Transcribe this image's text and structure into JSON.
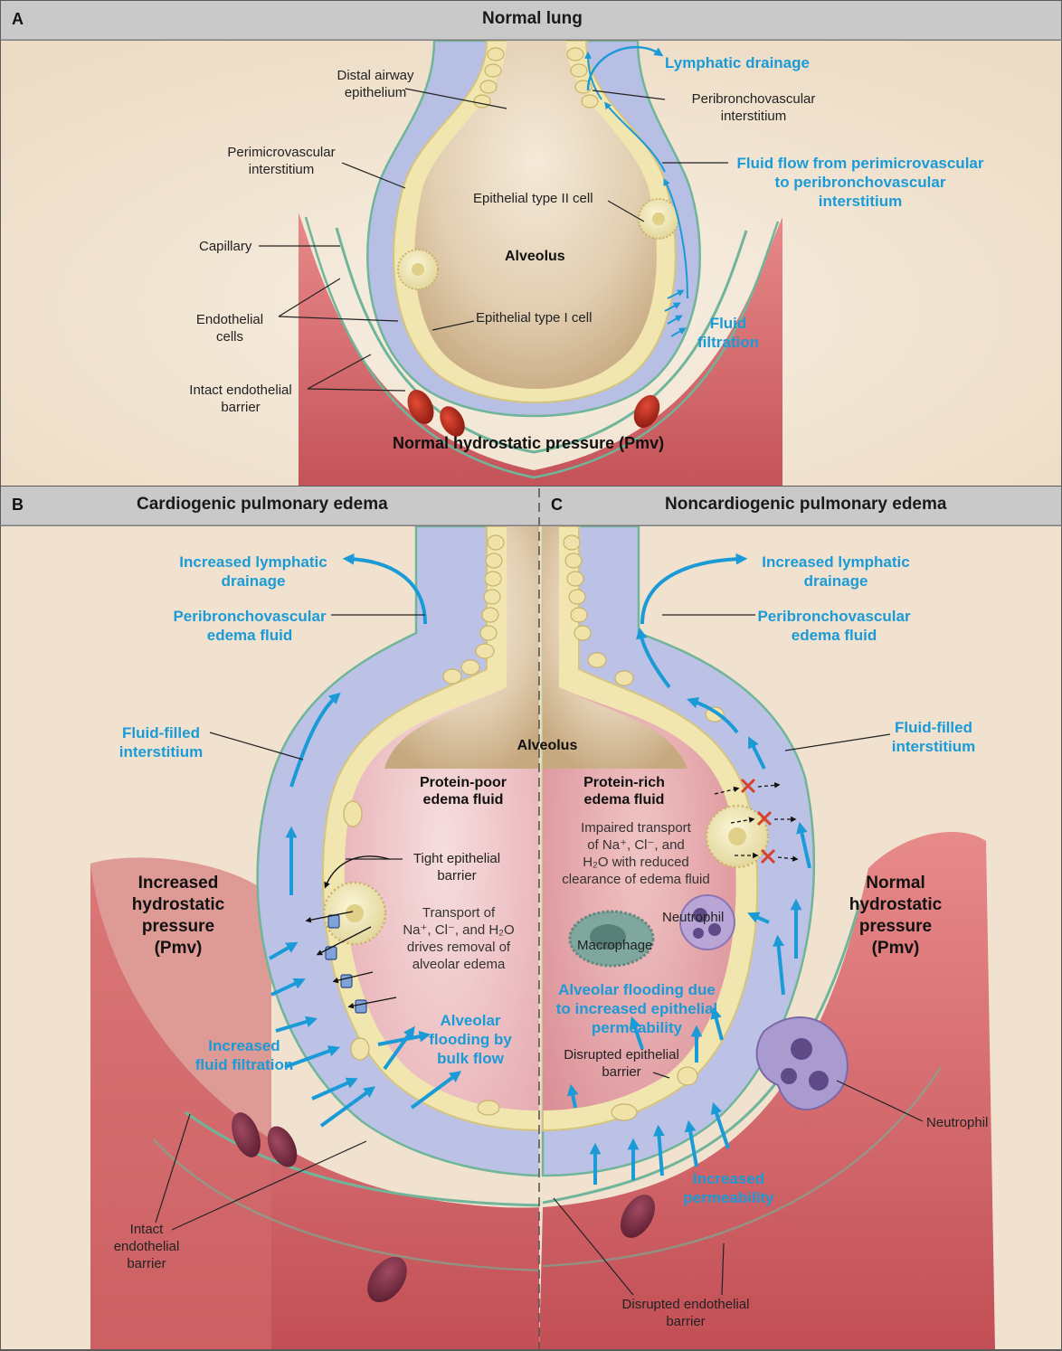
{
  "panel_a": {
    "letter": "A",
    "title": "Normal lung",
    "labels": {
      "distal_airway_epithelium": "Distal airway\nepithelium",
      "lymphatic_drainage": "Lymphatic drainage",
      "peribronchovascular_interstitium": "Peribronchovascular\ninterstitium",
      "perimicrovascular_interstitium": "Perimicrovascular\ninterstitium",
      "fluid_flow": "Fluid flow from perimicrovascular\nto peribronchovascular\ninterstitium",
      "epithelial_type_ii": "Epithelial type II cell",
      "capillary": "Capillary",
      "alveolus": "Alveolus",
      "endothelial_cells": "Endothelial\ncells",
      "epithelial_type_i": "Epithelial type I cell",
      "fluid_filtration": "Fluid\nfiltration",
      "intact_endothelial_barrier": "Intact endothelial\nbarrier",
      "normal_pressure": "Normal hydrostatic pressure (Pmv)"
    }
  },
  "panel_b": {
    "letter": "B",
    "title": "Cardiogenic pulmonary edema",
    "labels": {
      "increased_lymphatic": "Increased lymphatic\ndrainage",
      "peribronchovascular_edema": "Peribronchovascular\nedema fluid",
      "fluid_filled_interstitium": "Fluid-filled\ninterstitium",
      "protein_poor": "Protein-poor\nedema fluid",
      "tight_barrier": "Tight epithelial\nbarrier",
      "increased_pressure": "Increased\nhydrostatic\npressure\n(Pmv)",
      "transport": "Transport of\nNa⁺, Cl⁻, and H₂O\ndrives removal of\nalveolar edema",
      "alveolar_flooding_bulk": "Alveolar\nflooding by\nbulk flow",
      "increased_filtration": "Increased\nfluid filtration",
      "intact_endothelial": "Intact\nendothelial\nbarrier"
    }
  },
  "panel_c": {
    "letter": "C",
    "title": "Noncardiogenic pulmonary edema",
    "labels": {
      "increased_lymphatic": "Increased lymphatic\ndrainage",
      "peribronchovascular_edema": "Peribronchovascular\nedema fluid",
      "fluid_filled_interstitium": "Fluid-filled\ninterstitium",
      "protein_rich": "Protein-rich\nedema fluid",
      "impaired_transport": "Impaired transport\nof Na⁺, Cl⁻, and\nH₂O with reduced\nclearance of edema fluid",
      "normal_pressure": "Normal\nhydrostatic\npressure\n(Pmv)",
      "neutrophil_inner": "Neutrophil",
      "macrophage": "Macrophage",
      "alveolar_flooding_perm": "Alveolar flooding due\nto increased epithelial\npermeability",
      "disrupted_epithelial": "Disrupted epithelial\nbarrier",
      "neutrophil_outer": "Neutrophil",
      "increased_permeability": "Increased\npermeability",
      "disrupted_endothelial": "Disrupted endothelial\nbarrier"
    }
  },
  "shared_labels": {
    "alveolus": "Alveolus"
  },
  "colors": {
    "header_gray": "#c9c9c9",
    "background_beige": "#f3e6d4",
    "interstitium_lavender": "#b9bfe3",
    "capillary_red": "#dc6f6f",
    "alveolus_tan": "#d8c2a0",
    "epithelium_cream": "#f3eab8",
    "edema_pink": "#e7aab0",
    "label_blue": "#1a9bd7"
  }
}
